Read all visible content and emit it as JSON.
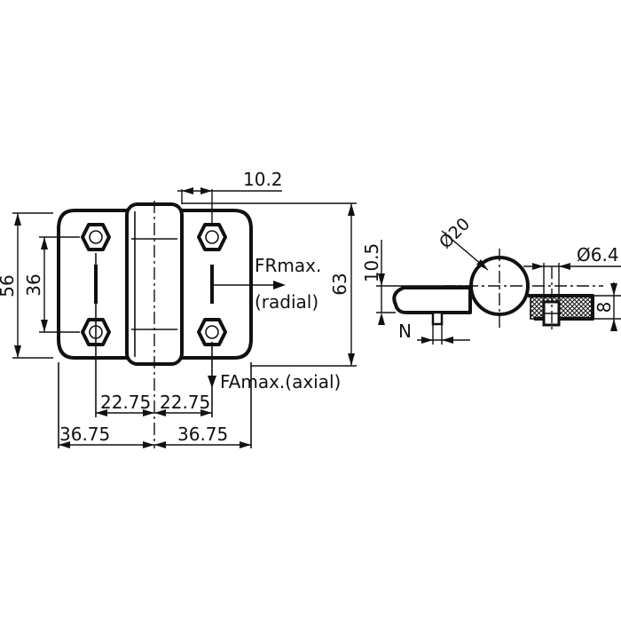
{
  "front_view": {
    "dim_hole_offset": "10.2",
    "dim_height_outer": "56",
    "dim_height_holes": "36",
    "dim_height_total": "63",
    "dim_left_half": "22.75",
    "dim_right_half": "22.75",
    "dim_left_full": "36.75",
    "dim_right_full": "36.75",
    "force_radial_line1": "FRmax.",
    "force_radial_line2": "(radial)",
    "force_axial": "FAmax.(axial)"
  },
  "side_view": {
    "dim_height": "10.5",
    "dim_diameter_knuckle": "Ø20",
    "dim_diameter_pin": "Ø6.4",
    "dim_thickness": "8",
    "label_n": "N"
  }
}
